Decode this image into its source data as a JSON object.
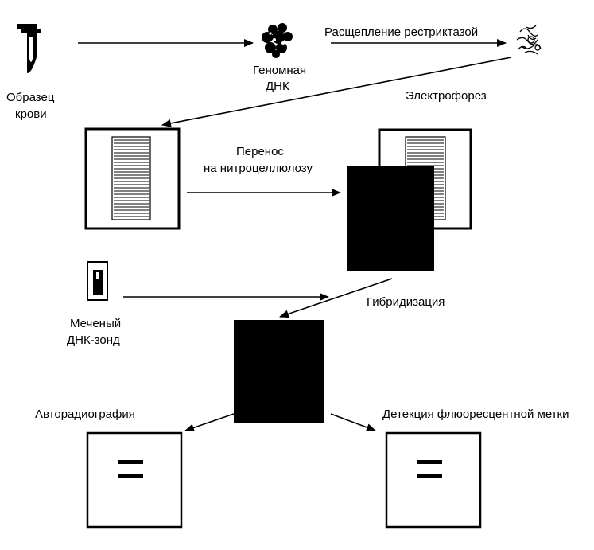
{
  "labels": {
    "blood_sample_line1": "Образец",
    "blood_sample_line2": "крови",
    "genomic_dna_line1": "Геномная",
    "genomic_dna_line2": "ДНК",
    "restriction_digest": "Расщепление рестриктазой",
    "electrophoresis": "Электрофорез",
    "transfer_line1": "Перенос",
    "transfer_line2": "на нитроцеллюлозу",
    "labeled_probe_line1": "Меченый",
    "labeled_probe_line2": "ДНК-зонд",
    "hybridization": "Гибридизация",
    "autoradiography": "Авторадиография",
    "fluorescence_detection": "Детекция флюоресцентной метки"
  },
  "colors": {
    "ink": "#000000",
    "paper": "#ffffff"
  },
  "icons": [
    "blood-tube-icon",
    "genomic-dna-icon",
    "digested-dna-icon",
    "probe-vial-icon"
  ]
}
